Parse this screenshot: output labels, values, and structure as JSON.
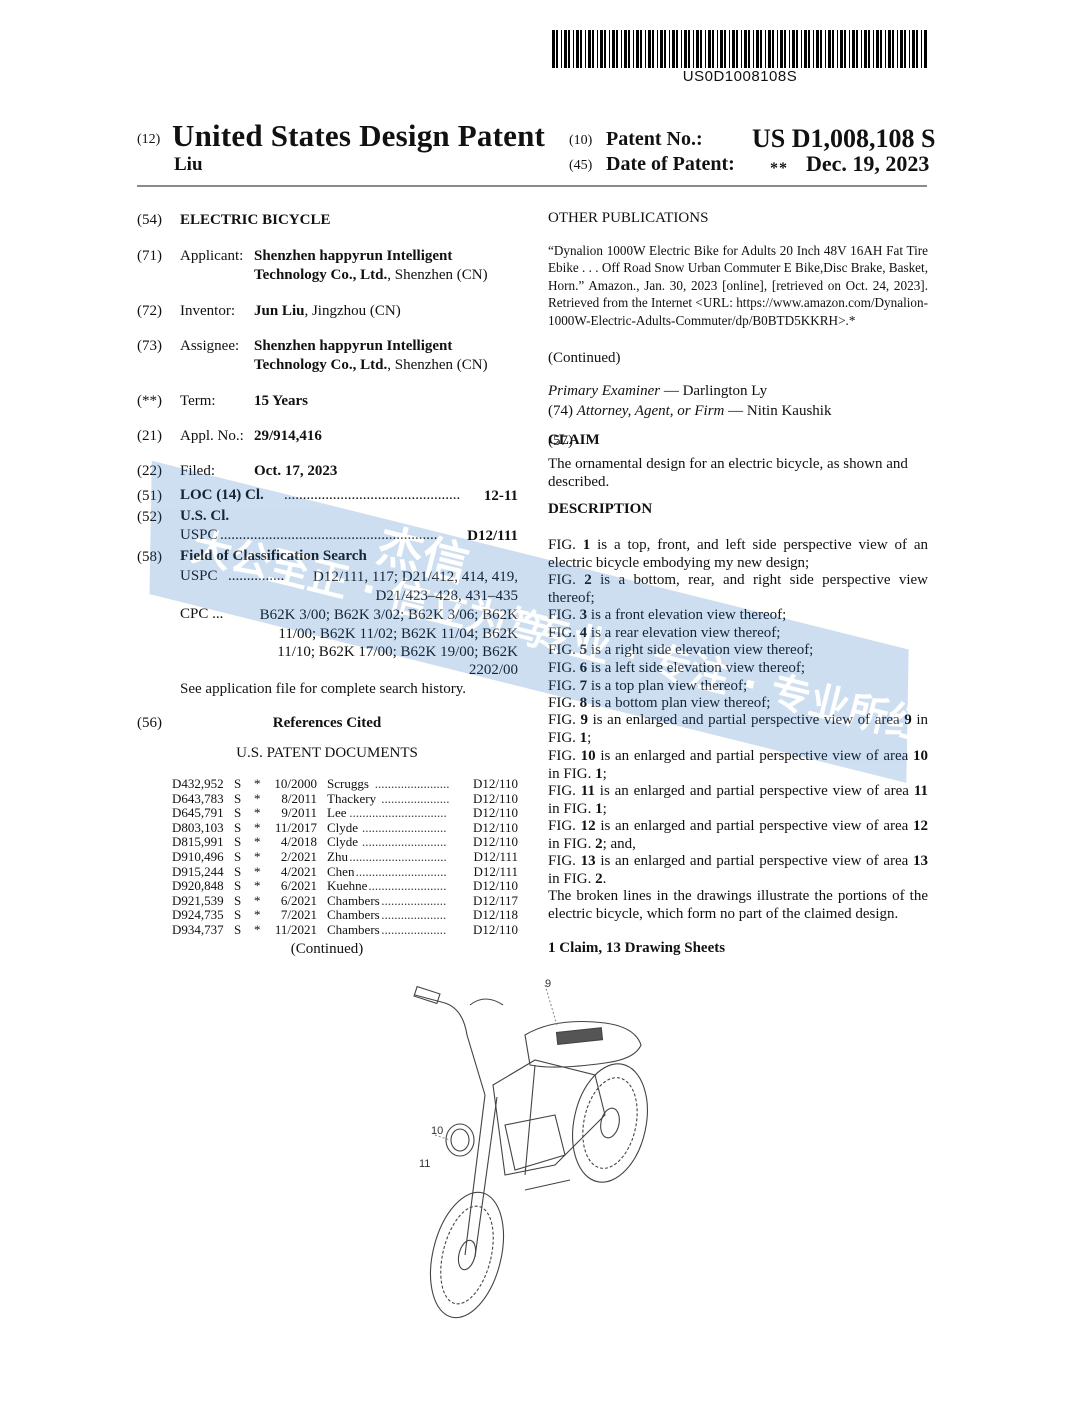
{
  "barcode": {
    "number": "US0D1008108S"
  },
  "header": {
    "code12": "(12)",
    "title": "United States Design Patent",
    "inventor_short": "Liu",
    "code10": "(10)",
    "patent_no_label": "Patent No.:",
    "patent_no": "US D1,008,108 S",
    "code45": "(45)",
    "date_label": "Date of Patent:",
    "stars": "**",
    "date": "Dec. 19, 2023"
  },
  "left": {
    "f54": {
      "code": "(54)",
      "value": "ELECTRIC BICYCLE"
    },
    "f71": {
      "code": "(71)",
      "label": "Applicant:",
      "name": "Shenzhen happyrun Intelligent",
      "name2": "Technology Co., Ltd.",
      "place": ", Shenzhen (CN)"
    },
    "f72": {
      "code": "(72)",
      "label": "Inventor:",
      "name": "Jun Liu",
      "place": ", Jingzhou (CN)"
    },
    "f73": {
      "code": "(73)",
      "label": "Assignee:",
      "name": "Shenzhen happyrun Intelligent",
      "name2": "Technology Co., Ltd.",
      "place": ", Shenzhen (CN)"
    },
    "fterm": {
      "code": "(**)",
      "label": "Term:",
      "value": "15 Years"
    },
    "f21": {
      "code": "(21)",
      "label": "Appl. No.:",
      "value": "29/914,416"
    },
    "f22": {
      "code": "(22)",
      "label": "Filed:",
      "value": "Oct. 17, 2023"
    },
    "f51": {
      "code": "(51)",
      "label": "LOC (14) Cl.",
      "dots": "...............................................",
      "value": "12-11"
    },
    "f52": {
      "code": "(52)",
      "label": "U.S. Cl.",
      "sub_label": "USPC",
      "dots": "..........................................................",
      "value": "D12/111"
    },
    "f58": {
      "code": "(58)",
      "label": "Field of Classification Search",
      "uspc_label": "USPC",
      "uspc_dots": "...............",
      "uspc_line1": "D12/111, 117; D21/412, 414, 419,",
      "uspc_line2": "D21/423–428, 431–435",
      "cpc_label": "CPC ...",
      "cpc_line1": "B62K 3/00; B62K 3/02; B62K 3/06; B62K",
      "cpc_line2": "11/00; B62K 11/02; B62K 11/04; B62K",
      "cpc_line3": "11/10; B62K 17/00; B62K 19/00; B62K",
      "cpc_line4": "2202/00",
      "note": "See application file for complete search history."
    },
    "f56": {
      "code": "(56)",
      "label": "References Cited",
      "sub": "U.S. PATENT DOCUMENTS"
    },
    "refs": [
      {
        "no": "D432,952",
        "kind": "S",
        "star": "*",
        "date": "10/2000",
        "name": "Scruggs",
        "dots": ".......................",
        "cls": "D12/110"
      },
      {
        "no": "D643,783",
        "kind": "S",
        "star": "*",
        "date": "8/2011",
        "name": "Thackery",
        "dots": ".....................",
        "cls": "D12/110"
      },
      {
        "no": "D645,791",
        "kind": "S",
        "star": "*",
        "date": "9/2011",
        "name": "Lee",
        "dots": "..............................",
        "cls": "D12/110"
      },
      {
        "no": "D803,103",
        "kind": "S",
        "star": "*",
        "date": "11/2017",
        "name": "Clyde",
        "dots": "..........................",
        "cls": "D12/110"
      },
      {
        "no": "D815,991",
        "kind": "S",
        "star": "*",
        "date": "4/2018",
        "name": "Clyde",
        "dots": "..........................",
        "cls": "D12/110"
      },
      {
        "no": "D910,496",
        "kind": "S",
        "star": "*",
        "date": "2/2021",
        "name": "Zhu",
        "dots": "..............................",
        "cls": "D12/111"
      },
      {
        "no": "D915,244",
        "kind": "S",
        "star": "*",
        "date": "4/2021",
        "name": "Chen",
        "dots": "............................",
        "cls": "D12/111"
      },
      {
        "no": "D920,848",
        "kind": "S",
        "star": "*",
        "date": "6/2021",
        "name": "Kuehne",
        "dots": "........................",
        "cls": "D12/110"
      },
      {
        "no": "D921,539",
        "kind": "S",
        "star": "*",
        "date": "6/2021",
        "name": "Chambers",
        "dots": "....................",
        "cls": "D12/117"
      },
      {
        "no": "D924,735",
        "kind": "S",
        "star": "*",
        "date": "7/2021",
        "name": "Chambers",
        "dots": "....................",
        "cls": "D12/118"
      },
      {
        "no": "D934,737",
        "kind": "S",
        "star": "*",
        "date": "11/2021",
        "name": "Chambers",
        "dots": "....................",
        "cls": "D12/110"
      }
    ],
    "continued": "(Continued)"
  },
  "right": {
    "other_pub_title": "OTHER PUBLICATIONS",
    "other_pub_text": "“Dynalion 1000W Electric Bike for Adults 20 Inch 48V 16AH Fat Tire Ebike . . . Off Road Snow Urban Commuter E Bike,Disc Brake, Basket, Horn.” Amazon., Jan. 30, 2023 [online], [retrieved on Oct. 24, 2023]. Retrieved from the Internet <URL: https://www.amazon.com/Dynalion-1000W-Electric-Adults-Commuter/dp/B0BTD5KKRH>.*",
    "continued": "(Continued)",
    "primary_examiner_label": "Primary Examiner",
    "primary_examiner": " — Darlington Ly",
    "code74": "(74)",
    "attorney_label": "Attorney, Agent, or Firm",
    "attorney": " — Nitin Kaushik",
    "code57": "(57)",
    "claim_title": "CLAIM",
    "claim_text": "The ornamental design for an electric bicycle, as shown and described.",
    "description_title": "DESCRIPTION",
    "figs": [
      {
        "pre": "FIG. ",
        "n": "1",
        "post": " is a top, front, and left side perspective view of an electric bicycle embodying my new design;"
      },
      {
        "pre": "FIG. ",
        "n": "2",
        "post": " is a bottom, rear, and right side perspective view thereof;"
      },
      {
        "pre": "FIG. ",
        "n": "3",
        "post": " is a front elevation view thereof;"
      },
      {
        "pre": "FIG. ",
        "n": "4",
        "post": " is a rear elevation view thereof;"
      },
      {
        "pre": "FIG. ",
        "n": "5",
        "post": " is a right side elevation view thereof;"
      },
      {
        "pre": "FIG. ",
        "n": "6",
        "post": " is a left side elevation view thereof;"
      },
      {
        "pre": "FIG. ",
        "n": "7",
        "post": " is a top plan view thereof;"
      },
      {
        "pre": "FIG. ",
        "n": "8",
        "post": " is a bottom plan view thereof;"
      },
      {
        "pre": "FIG. ",
        "n": "9",
        "post": " is an enlarged and partial perspective view of area ",
        "n2": "9",
        "post2": " in FIG. ",
        "n3": "1",
        "post3": ";"
      },
      {
        "pre": "FIG. ",
        "n": "10",
        "post": " is an enlarged and partial perspective view of area ",
        "n2": "10",
        "post2": " in FIG. ",
        "n3": "1",
        "post3": ";"
      },
      {
        "pre": "FIG. ",
        "n": "11",
        "post": " is an enlarged and partial perspective view of area ",
        "n2": "11",
        "post2": " in FIG. ",
        "n3": "1",
        "post3": ";"
      },
      {
        "pre": "FIG. ",
        "n": "12",
        "post": " is an enlarged and partial perspective view of area ",
        "n2": "12",
        "post2": " in FIG. ",
        "n3": "2",
        "post3": "; and,"
      },
      {
        "pre": "FIG. ",
        "n": "13",
        "post": " is an enlarged and partial perspective view of area ",
        "n2": "13",
        "post2": " in FIG. ",
        "n3": "2",
        "post3": "."
      }
    ],
    "broken_lines": "The broken lines in the drawings illustrate the portions of the electric bicycle, which form no part of the claimed design.",
    "summary": "1 Claim, 13 Drawing Sheets"
  },
  "drawing": {
    "label9": "9",
    "label10": "10",
    "label11": "11"
  },
  "watermark": {
    "line1": "大公至正 · 信立为笃",
    "line2": "专业 · 专注 · 专业所红",
    "line3": "杰信",
    "color": "#1f6fc4"
  }
}
